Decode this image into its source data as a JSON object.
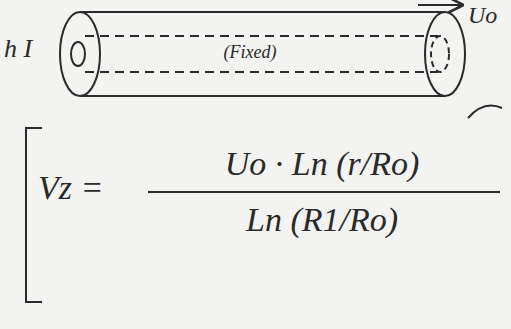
{
  "diagram": {
    "labels": [
      "h I",
      "(Fixed)",
      "Uo",
      "Vz =",
      "Uo · Ln (r/Ro)",
      "Ln (R1/Ro)"
    ]
  }
}
